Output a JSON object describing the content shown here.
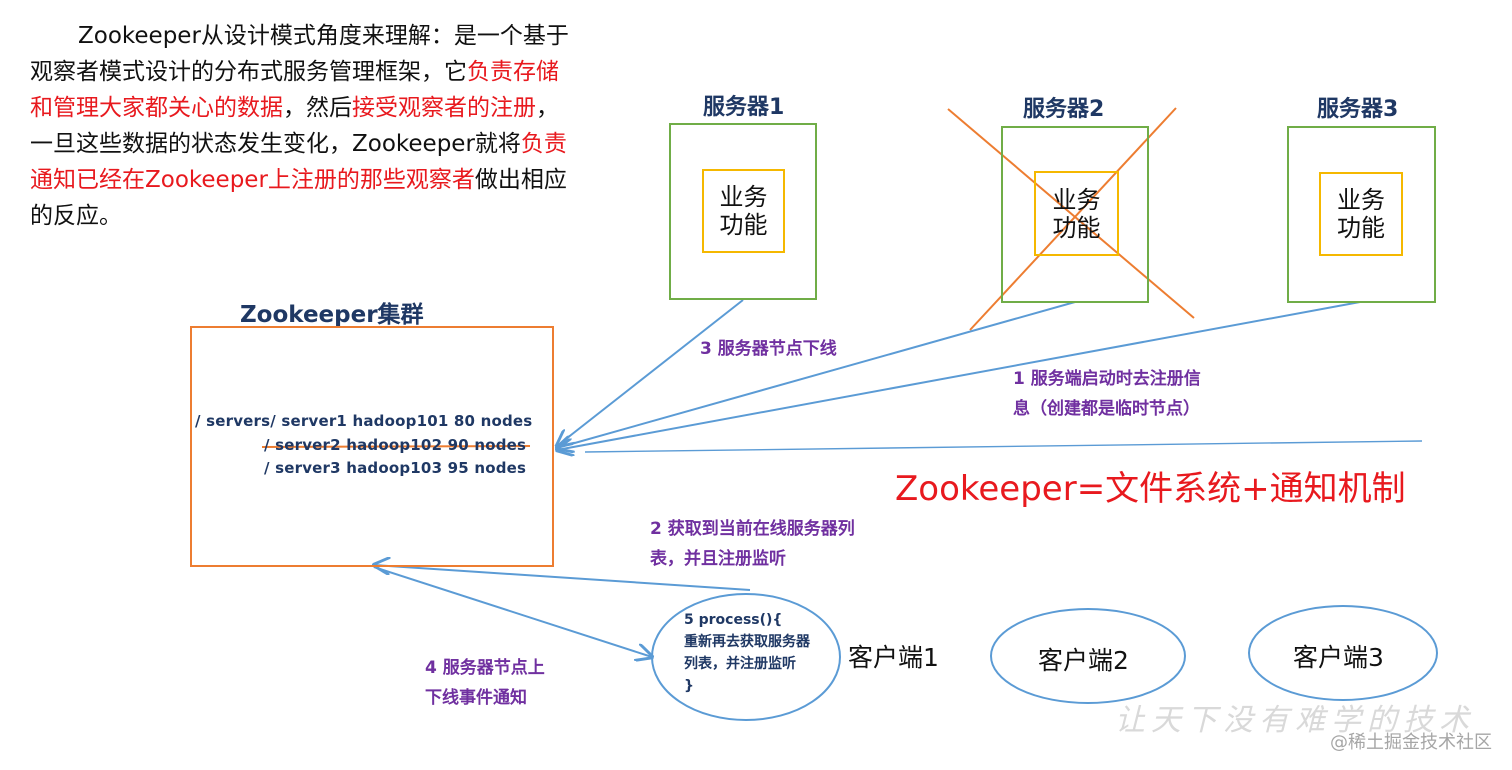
{
  "intro": {
    "part1": "Zookeeper从设计模式角度来理解：是一个基于观察者模式设计的分布式服务管理框架，它",
    "red1": "负责存储和管理大家都关心的数据",
    "part2": "，然后",
    "red2": "接受观察者的注册",
    "part3": "，一旦这些数据的状态发生变化，Zookeeper就将",
    "red3": "负责通知已经在Zookeeper上注册的那些观察者",
    "part4": "做出相应的反应。"
  },
  "servers": [
    {
      "title": "服务器1",
      "service_line1": "业务",
      "service_line2": "功能"
    },
    {
      "title": "服务器2",
      "service_line1": "业务",
      "service_line2": "功能"
    },
    {
      "title": "服务器3",
      "service_line1": "业务",
      "service_line2": "功能"
    }
  ],
  "cluster": {
    "title": "Zookeeper集群",
    "nodes": [
      "/ servers/ server1 hadoop101 80 nodes",
      "/ server2 hadoop102 90 nodes",
      "/ server3 hadoop103 95 nodes"
    ]
  },
  "steps": {
    "step3": "3 服务器节点下线",
    "step1_line1": "1 服务端启动时去注册信",
    "step1_line2": "息（创建都是临时节点）",
    "step2_line1": "2 获取到当前在线服务器列",
    "step2_line2": "表，并且注册监听",
    "step4_line1": "4 服务器节点上",
    "step4_line2": "下线事件通知"
  },
  "formula": "Zookeeper=文件系统+通知机制",
  "process": {
    "line1": "5 process(){",
    "line2": "重新再去获取服务器",
    "line3": "列表，并注册监听",
    "line4": "}"
  },
  "clients": [
    "客户端1",
    "客户端2",
    "客户端3"
  ],
  "watermark": {
    "art": "让天下没有难学的技术",
    "site": "@稀土掘金技术社区"
  },
  "colors": {
    "accent_red": "#e8191e",
    "navy": "#1f3864",
    "purple": "#7030a0",
    "green": "#70ad47",
    "yellow": "#f5b800",
    "orange": "#ed7d31",
    "arrow_blue": "#5b9bd5"
  }
}
